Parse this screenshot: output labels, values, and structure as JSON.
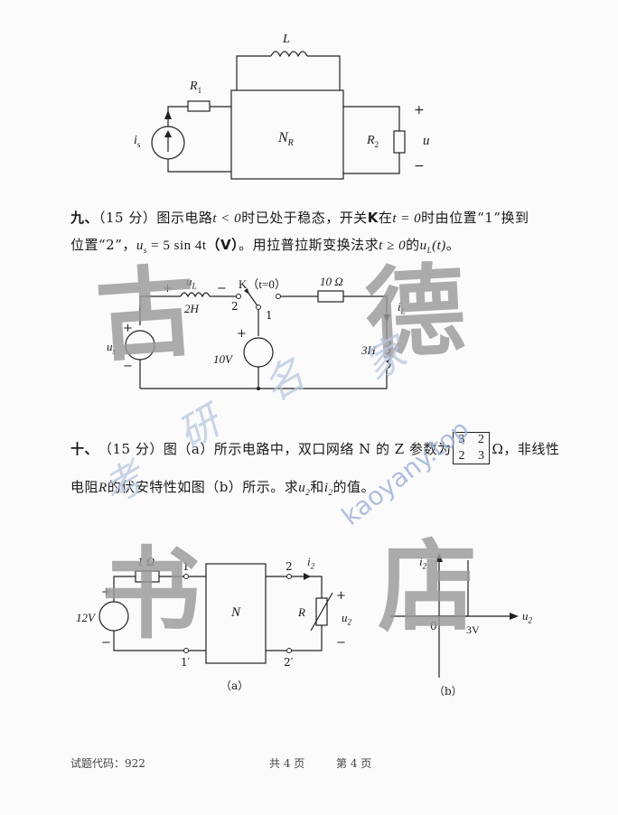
{
  "circuit_top": {
    "L_label": "L",
    "R1_label": "R",
    "R1_sub": "1",
    "is_label": "i",
    "is_sub": "s",
    "network_label": "N",
    "network_sub": "R",
    "R2_label": "R",
    "R2_sub": "2",
    "u_label": "u",
    "plus": "+",
    "minus": "−"
  },
  "q9": {
    "number": "九、",
    "score": "（15 分）",
    "line1_a": "图示电路",
    "line1_cond": "t < 0",
    "line1_b": "时已处于稳态，开关",
    "switch_name": "K",
    "line1_c": "在",
    "line1_time": "t = 0",
    "line1_d": "时由位置“1”换到",
    "line2_a": "位置“2”，",
    "source_expr": "u",
    "source_sub": "s",
    "source_rhs": " = 5 sin 4t",
    "source_unit": "（V）",
    "line2_b": "。用拉普拉斯变换法求",
    "line2_cond": "t ≥ 0",
    "line2_c": "的",
    "target": "u",
    "target_sub": "L",
    "target_arg": "(t)",
    "line2_end": "。"
  },
  "circuit_q9": {
    "uL_label": "u",
    "uL_sub": "L",
    "inductor1": "2H",
    "switch_label": "K（t=0）",
    "resistor": "10 Ω",
    "iL_label": "i",
    "iL_sub": "L",
    "pos2": "2",
    "pos1": "1",
    "us_label": "u",
    "us_sub": "s",
    "dc_source": "10V",
    "inductor2": "3H",
    "plus": "+",
    "minus": "−"
  },
  "q10": {
    "number": "十、",
    "score": "（15 分）",
    "line1_a": "图（a）所示电路中，双口网络 N 的 Z 参数为",
    "matrix_r1c1": "3",
    "matrix_r1c2": "2",
    "matrix_r2c1": "2",
    "matrix_r2c2": "3",
    "line1_b": "Ω，非线性",
    "line2_a": "电阻",
    "resistor_sym": "R",
    "line2_b": "的伏安特性如图（b）所示。求",
    "u2": "u",
    "u2_sub": "2",
    "line2_c": "和",
    "i2": "i",
    "i2_sub": "2",
    "line2_d": "的值。"
  },
  "circuit_q10a": {
    "resistor": "1 Ω",
    "node1": "1",
    "node1p": "1′",
    "node2": "2",
    "node2p": "2′",
    "source": "12V",
    "network": "N",
    "R_label": "R",
    "u2_label": "u",
    "u2_sub": "2",
    "i2_label": "i",
    "i2_sub": "2",
    "caption": "（a）",
    "plus": "+",
    "minus": "−"
  },
  "graph_q10b": {
    "y_axis": "i",
    "y_sub": "2",
    "x_axis": "u",
    "x_sub": "2",
    "origin": "0",
    "x_tick": "3V",
    "caption": "（b）"
  },
  "footer": {
    "code": "试题代码：922",
    "total_pages": "共 4 页",
    "page": "第 4 页"
  },
  "watermark": {
    "big_chars": [
      "古",
      "德",
      "书",
      "店"
    ],
    "small_chars": [
      "考",
      "研",
      "名",
      "家"
    ],
    "url": "kaoyany.top"
  }
}
